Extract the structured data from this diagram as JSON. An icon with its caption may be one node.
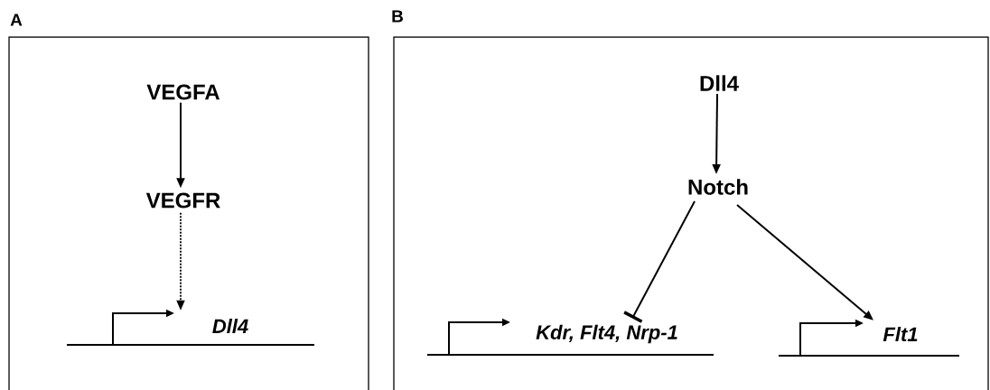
{
  "diagram": {
    "nodes": [
      {
        "text": [
          "A"
        ]
      },
      {
        "text": [
          "VEGFA"
        ],
        "in": 0
      },
      {
        "text": [
          "VEGFR"
        ],
        "in": 0
      },
      {
        "text": [
          "Dll4"
        ],
        "in": 0
      },
      {
        "text": [
          "B"
        ]
      },
      {
        "text": [
          "Dll4"
        ],
        "in": 4
      },
      {
        "text": [
          "Notch"
        ],
        "in": 4
      },
      {
        "text": [
          "Kdr, Flt4, Nrp-1"
        ],
        "in": 4
      },
      {
        "text": [
          "Flt1"
        ],
        "in": 4
      }
    ],
    "edges": [
      {
        "from": 1,
        "to": 2,
        "arrow": "to"
      },
      {
        "from": 2,
        "to": 3,
        "arrow": "to",
        "style": "dashed"
      },
      {
        "from": 5,
        "to": 6,
        "arrow": "to"
      },
      {
        "from": 6,
        "to": 7,
        "arrow": "other"
      },
      {
        "from": 6,
        "to": 8,
        "arrow": "to"
      }
    ]
  }
}
